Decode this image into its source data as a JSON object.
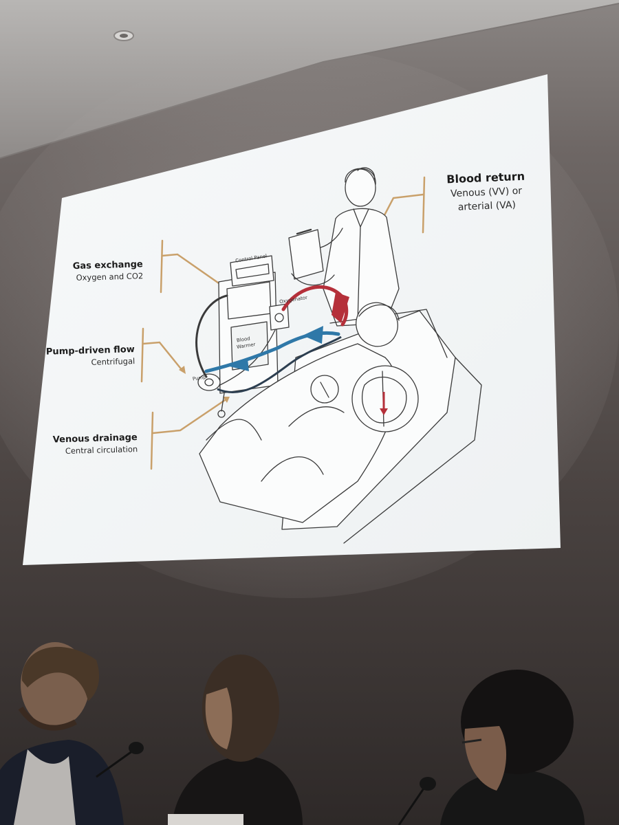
{
  "slide": {
    "labels": {
      "gas_exchange": {
        "title": "Gas exchange",
        "subtitle": "Oxygen and CO2"
      },
      "pump_flow": {
        "title": "Pump-driven flow",
        "subtitle": "Centrifugal"
      },
      "venous_drainage": {
        "title": "Venous drainage",
        "subtitle": "Central circulation"
      },
      "blood_return": {
        "title": "Blood return",
        "subtitle_line1": "Venous (VV) or",
        "subtitle_line2": "arterial (VA)"
      }
    },
    "illustration_text": {
      "control_panel": "Control Panel",
      "oxygenator": "Oxygenator",
      "blood_warmer_1": "Blood",
      "blood_warmer_2": "Warmer",
      "pump": "Pump"
    }
  },
  "colors": {
    "slide_background": "#f4f6f7",
    "leader_line": "#c9a06a",
    "outflow_tube": "#b5303a",
    "return_tube": "#2f78a8",
    "wall": "#5a5250"
  }
}
